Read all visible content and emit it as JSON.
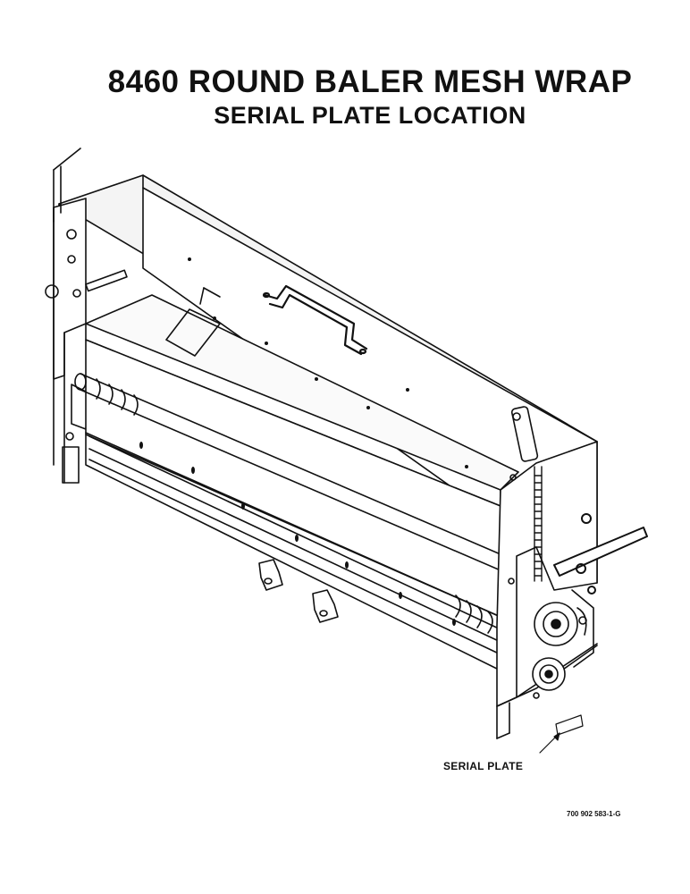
{
  "title": "8460 ROUND BALER MESH WRAP",
  "subtitle": "SERIAL PLATE LOCATION",
  "callout": {
    "label": "SERIAL PLATE"
  },
  "figure_number": "700 902 583-1-G"
}
